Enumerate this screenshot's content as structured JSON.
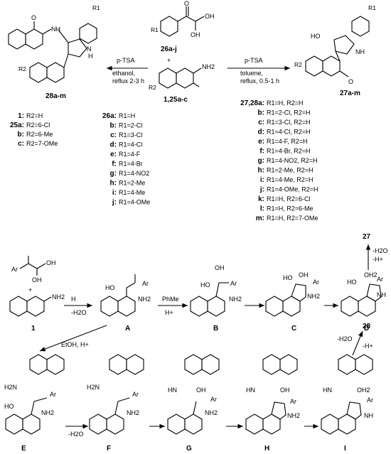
{
  "top_scheme": {
    "reagent_aldehyde": {
      "label": "26a-j",
      "oh1": "OH",
      "oh2": "OH",
      "o": "O",
      "r1": "R1"
    },
    "plus": "+",
    "reagent_amine": {
      "label": "1,25a-c",
      "nh2": "NH2",
      "r2": "R2"
    },
    "left_conditions": {
      "catalyst": "p-TSA",
      "solvent": "ethanol,",
      "time": "reflux 2-3 h"
    },
    "right_conditions": {
      "catalyst": "p-TSA",
      "solvent": "toluene,",
      "time": "reflux, 0.5-1 h"
    },
    "product_left": {
      "label": "28a-m",
      "r1": "R1",
      "r2": "R2",
      "nh": "NH",
      "hn": "N",
      "h": "H",
      "o": "O"
    },
    "product_right": {
      "label": "27a-m",
      "r1": "R1",
      "r2": "R2",
      "ho": "HO",
      "nh": "NH",
      "o": "O"
    }
  },
  "table_amines": [
    {
      "id": "1:",
      "def": "R2=H"
    },
    {
      "id": "25a:",
      "def": "R2=6-Cl"
    },
    {
      "id": "b:",
      "def": "R2=6-Me"
    },
    {
      "id": "c:",
      "def": "R2=7-OMe"
    }
  ],
  "table_aldehydes": [
    {
      "id": "26a:",
      "def": "R1=H"
    },
    {
      "id": "b:",
      "def": "R1=2-Cl"
    },
    {
      "id": "c:",
      "def": "R1=3-Cl"
    },
    {
      "id": "d:",
      "def": "R1=4-Cl"
    },
    {
      "id": "e:",
      "def": "R1=4-F"
    },
    {
      "id": "f:",
      "def": "R1=4-Br"
    },
    {
      "id": "g:",
      "def": "R1=4-NO2"
    },
    {
      "id": "h:",
      "def": "R1=2-Me"
    },
    {
      "id": "i:",
      "def": "R1=4-Me"
    },
    {
      "id": "j:",
      "def": "R1=4-OMe"
    }
  ],
  "table_products": [
    {
      "id": "27,28a:",
      "def": "R1=H, R2=H"
    },
    {
      "id": "b:",
      "def": "R1=2-Cl, R2=H"
    },
    {
      "id": "c:",
      "def": "R1=3-Cl, R2=H"
    },
    {
      "id": "d:",
      "def": "R1=4-Cl, R2=H"
    },
    {
      "id": "e:",
      "def": "R1=4-F, R2=H"
    },
    {
      "id": "f:",
      "def": "R1=4-Br, R2=H"
    },
    {
      "id": "g:",
      "def": "R1=4-NO2, R2=H"
    },
    {
      "id": "h:",
      "def": "R1=2-Me, R2=H"
    },
    {
      "id": "i:",
      "def": "R1=4-Me, R2=H"
    },
    {
      "id": "j:",
      "def": "R1=4-OMe, R2=H"
    },
    {
      "id": "k:",
      "def": "R1=H, R2=6-Cl"
    },
    {
      "id": "l:",
      "def": "R1=H, R2=6-Me"
    },
    {
      "id": "m:",
      "def": "R1=H, R2=7-OMe"
    }
  ],
  "mechanism": {
    "start_aryl": "Ar",
    "start_oh": "OH",
    "start_plus": "+",
    "start_nh2": "NH2",
    "start_label": "1",
    "h_plus": "H",
    "minus_h2o": "-H2O",
    "compound_a": {
      "label": "A",
      "ho": "HO",
      "ar": "Ar",
      "nh2": "NH2"
    },
    "phme": "PhMe",
    "h_plus_2": "H+",
    "compound_b": {
      "label": "B",
      "oh": "OH",
      "ho": "HO",
      "ar": "Ar",
      "nh2": "NH2"
    },
    "compound_c": {
      "label": "C",
      "ho": "HO",
      "oh": "OH",
      "ar": "Ar",
      "nh2": "NH2"
    },
    "compound_d": {
      "label": "D",
      "ho": "HO",
      "oh": "OH2",
      "ar": "Ar",
      "nh": "NH"
    },
    "to_27": {
      "label": "27",
      "step1": "-H2O",
      "step2": "-H+"
    },
    "etoh": "EtOH, H+",
    "compound_e": {
      "label": "E",
      "ho": "HO",
      "ar": "Ar",
      "h2n": "H2N",
      "nh2": "NH2"
    },
    "compound_f": {
      "label": "F",
      "h2n": "H2N",
      "ar": "Ar",
      "nh2": "NH2"
    },
    "minus_h2o_2": "-H2O",
    "compound_g": {
      "label": "G",
      "hn": "HN",
      "oh": "OH",
      "ar": "Ar",
      "nh2": "NH2"
    },
    "compound_h": {
      "label": "H",
      "hn": "HN",
      "oh": "OH",
      "ar": "Ar",
      "nh2": "NH2"
    },
    "compound_i": {
      "label": "I",
      "hn": "HN",
      "oh": "OH2",
      "ar": "Ar",
      "nh": "NH"
    },
    "to_28": {
      "label": "28",
      "step1": "-H2O",
      "step2": "-H+"
    }
  }
}
